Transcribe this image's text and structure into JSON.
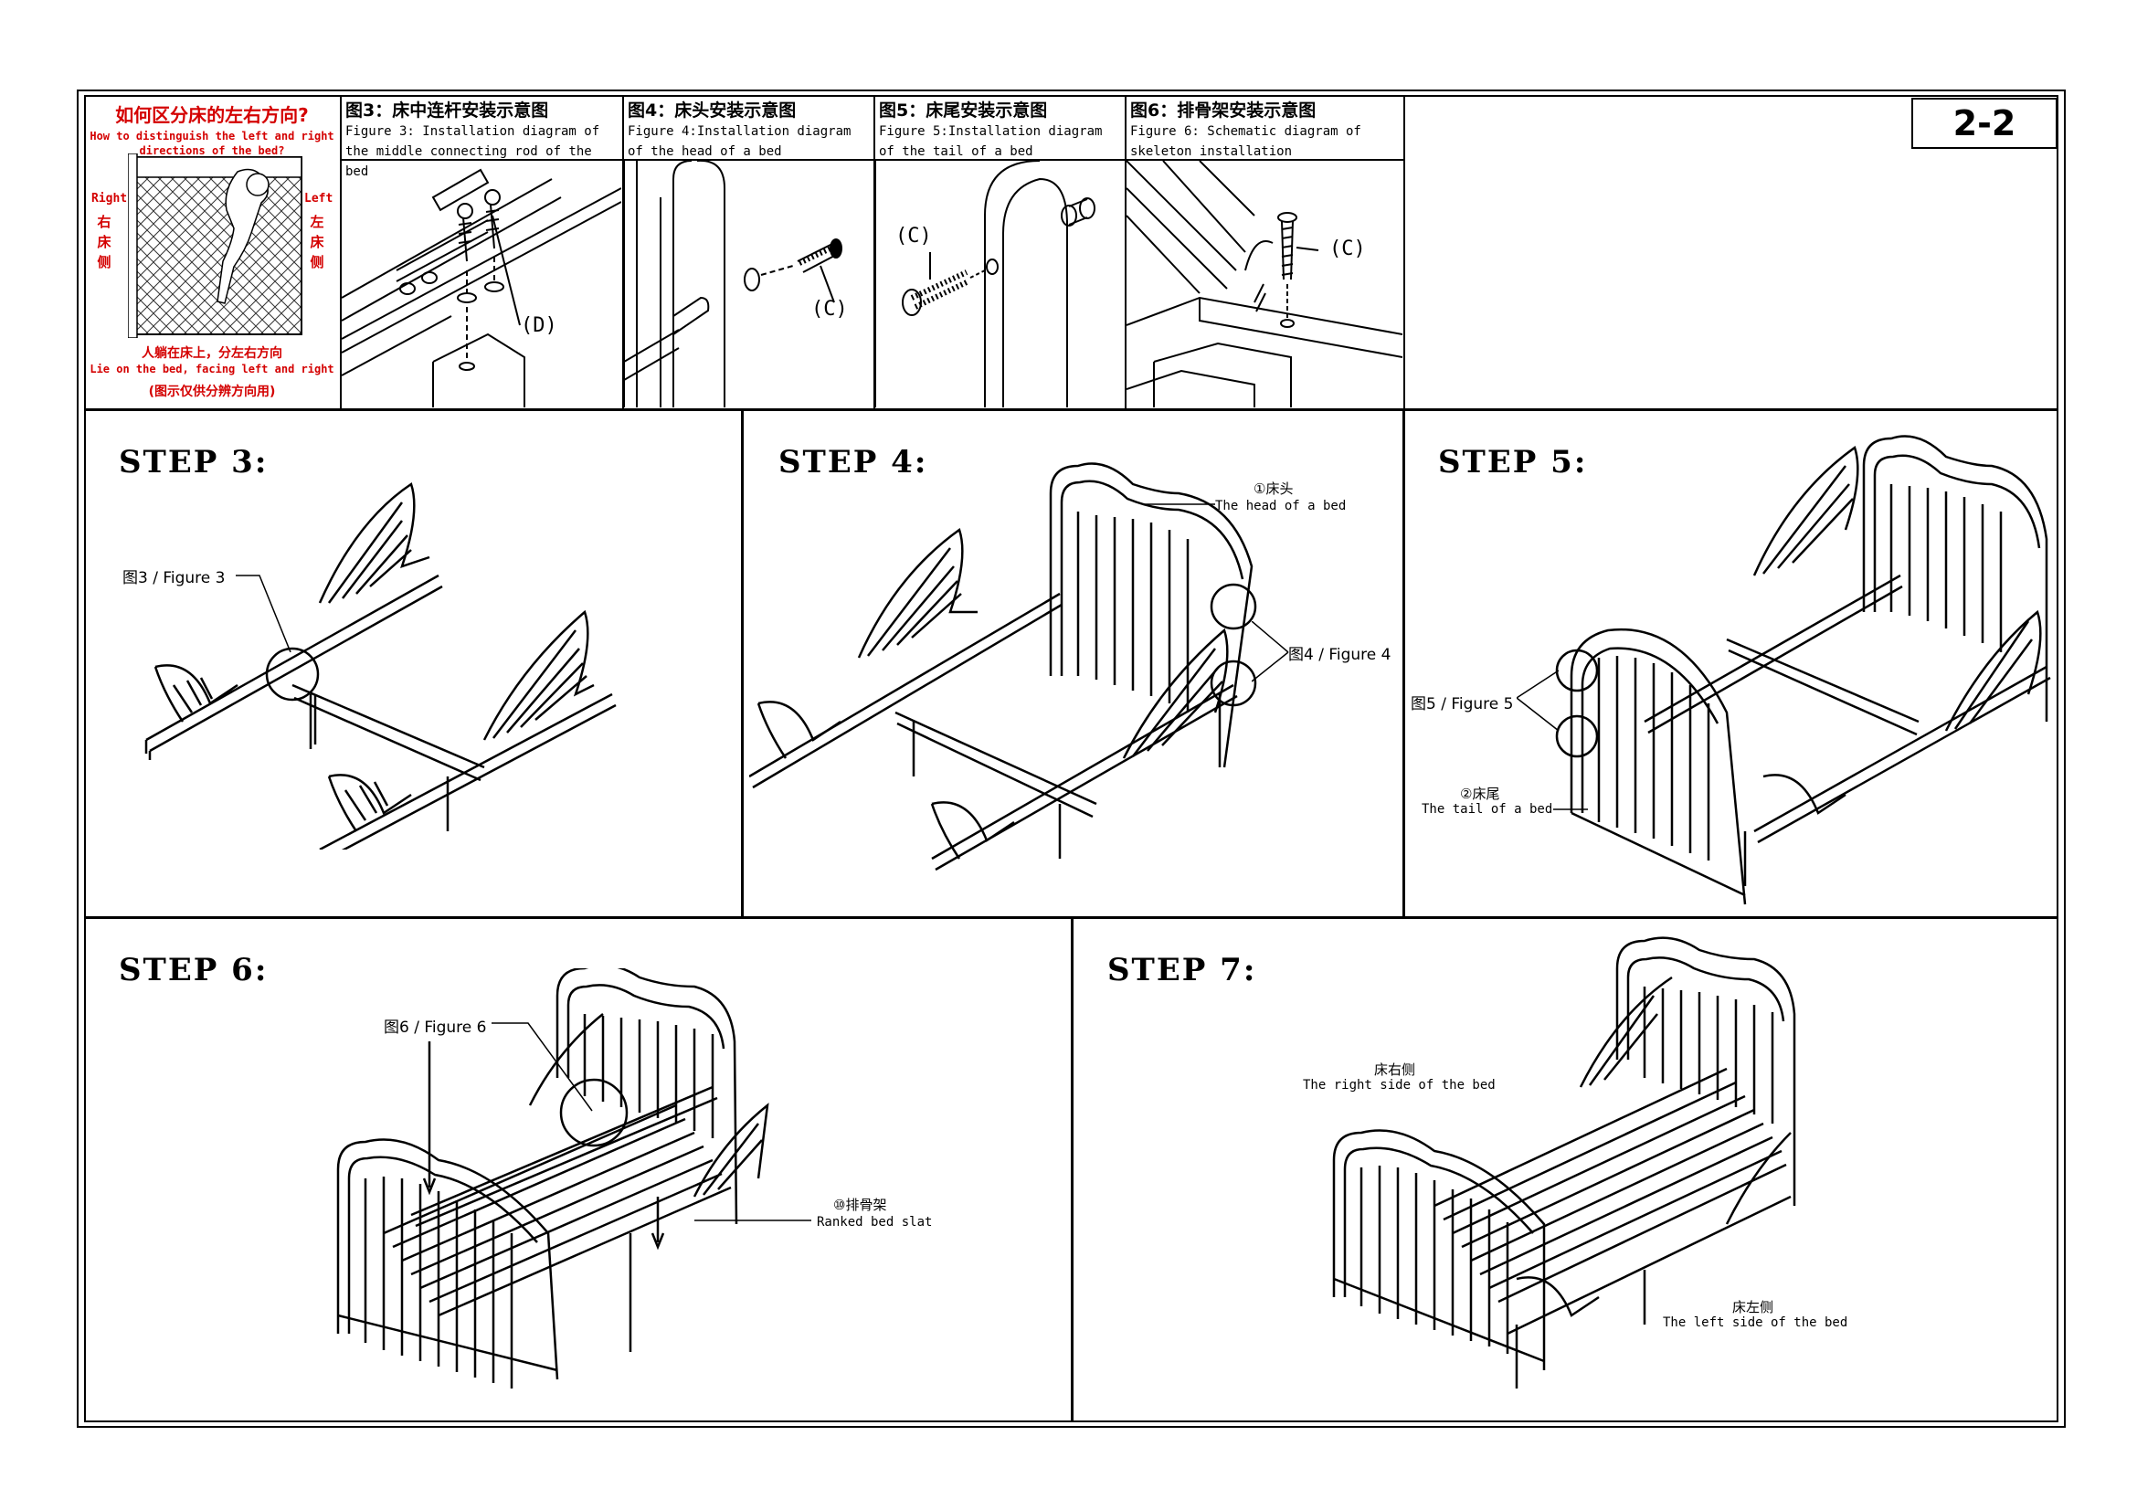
{
  "page_number": "2-2",
  "help": {
    "title": "如何区分床的左右方向?",
    "subtitle_en": "How to distinguish the left and right directions of the bed?",
    "right_en": "Right",
    "right_cn": [
      "右",
      "床",
      "侧"
    ],
    "left_en": "Left",
    "left_cn": [
      "左",
      "床",
      "侧"
    ],
    "lie_cn": "人躺在床上，分左右方向",
    "lie_en": "Lie on the bed, facing left and right",
    "note_cn": "(图示仅供分辨方向用)"
  },
  "details": [
    {
      "title": "图3：床中连杆安装示意图",
      "subtitle": "Figure 3: Installation diagram of the middle connecting rod of the bed",
      "callout": "(D)"
    },
    {
      "title": "图4：床头安装示意图",
      "subtitle": "Figure 4:Installation diagram of the head of a bed",
      "callout": "(C)"
    },
    {
      "title": "图5：床尾安装示意图",
      "subtitle": "Figure 5:Installation diagram of the tail of a bed",
      "callout": "(C)"
    },
    {
      "title": "图6：排骨架安装示意图",
      "subtitle": "Figure 6: Schematic diagram of skeleton installation",
      "callout": "(C)"
    }
  ],
  "steps": {
    "step3": {
      "label": "STEP 3:",
      "fig": "图3 / Figure 3"
    },
    "step4": {
      "label": "STEP 4:",
      "fig": "图4 / Figure 4",
      "part_cn": "①床头",
      "part_en": "The head of a bed"
    },
    "step5": {
      "label": "STEP 5:",
      "fig": "图5 / Figure 5",
      "part_cn": "②床尾",
      "part_en": "The tail of a bed"
    },
    "step6": {
      "label": "STEP 6:",
      "fig": "图6 / Figure 6",
      "part_cn": "⑩排骨架",
      "part_en": "Ranked bed slat"
    },
    "step7": {
      "label": "STEP 7:",
      "right_cn": "床右侧",
      "right_en": "The right side of the bed",
      "left_cn": "床左侧",
      "left_en": "The left side of the bed"
    }
  }
}
